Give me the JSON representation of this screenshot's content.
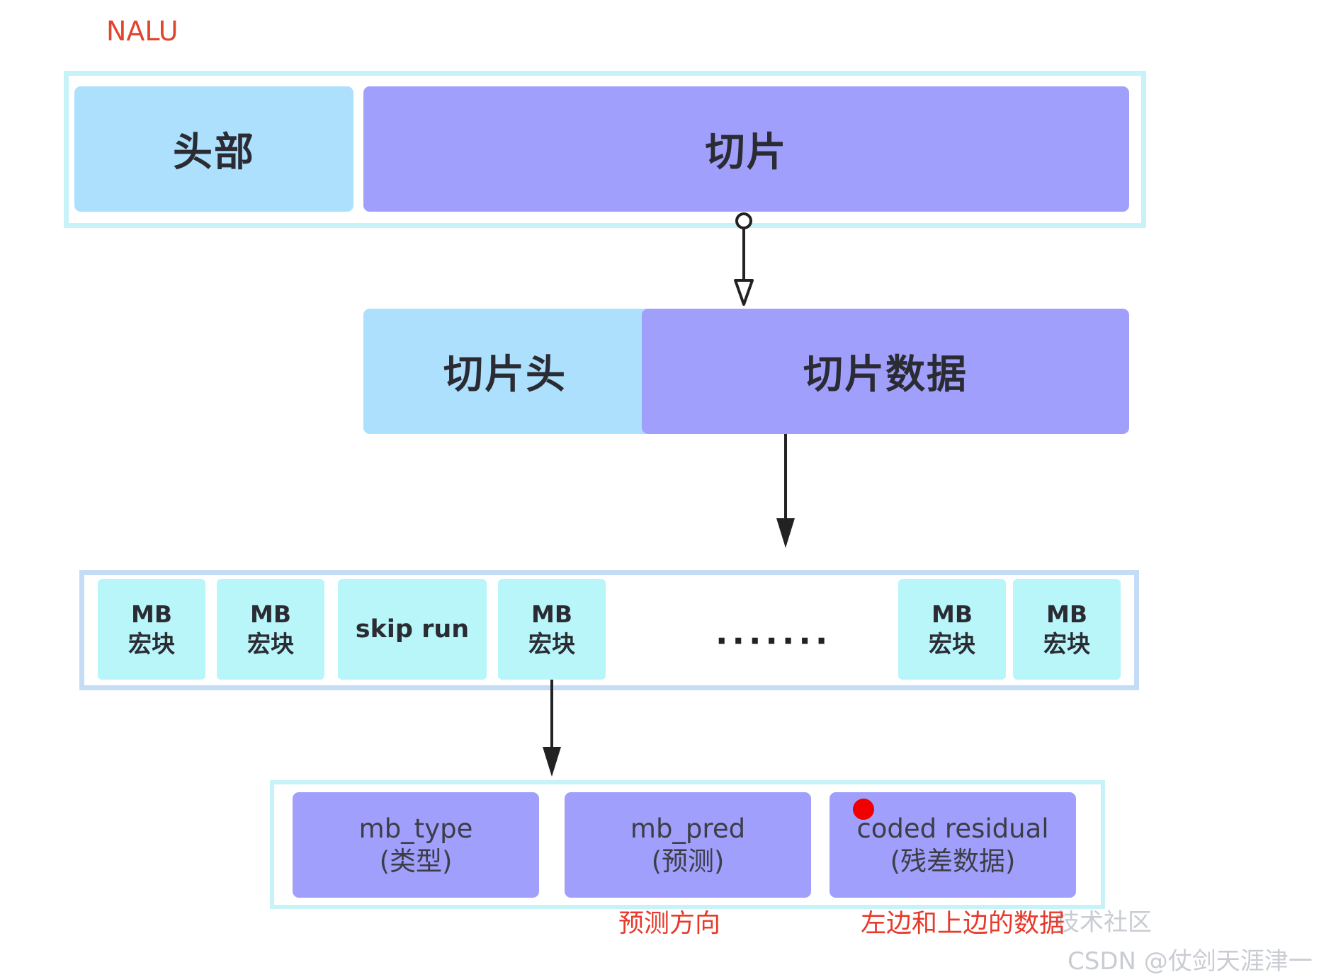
{
  "title": "NALU",
  "top_row": {
    "header": "头部",
    "slice": "切片"
  },
  "slice_row": {
    "slice_header": "切片头",
    "slice_data": "切片数据"
  },
  "mb_row": {
    "mb_label": "MB",
    "mb_sub": "宏块",
    "skip_run": "skip run",
    "ellipsis": "·······"
  },
  "fields": [
    {
      "name": "mb_type",
      "note": "(类型)"
    },
    {
      "name": "mb_pred",
      "note": "(预测)"
    },
    {
      "name": "coded residual",
      "note": "(残差数据)"
    }
  ],
  "annotations": {
    "pred_direction": "预测方向",
    "left_top_data": "左边和上边的数据"
  },
  "watermarks": {
    "community": "技术社区",
    "csdn": "CSDN @仗剑天涯津一"
  },
  "colors": {
    "light_block": "#ade0fd",
    "purple_block": "#a09ffb",
    "cyan_block": "#b8f6f9",
    "annotation_red": "#e8392a"
  }
}
